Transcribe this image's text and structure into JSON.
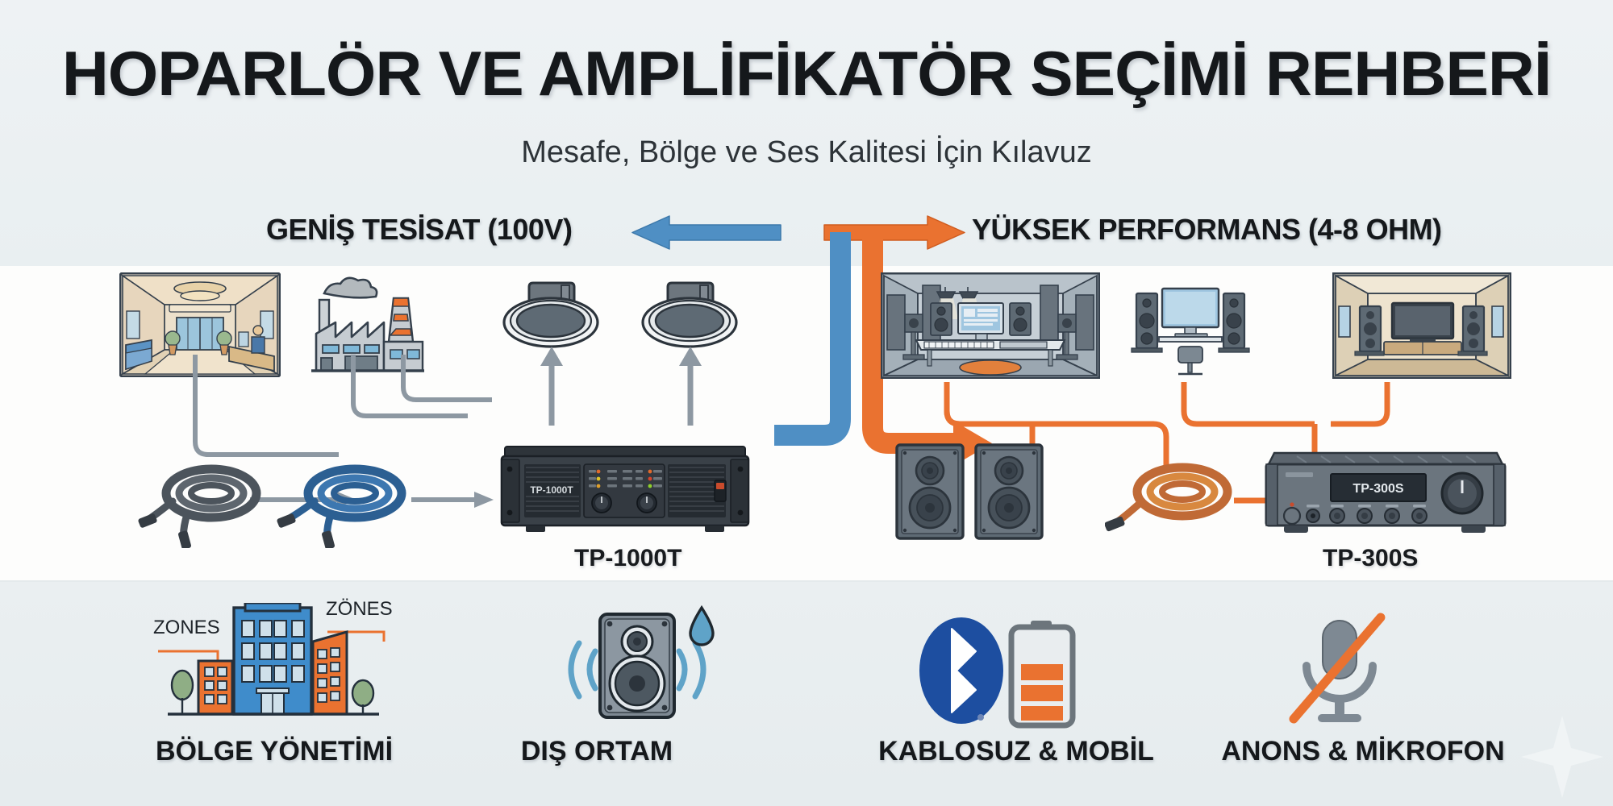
{
  "header": {
    "title": "HOPARLÖR VE AMPLİFİKATÖR SEÇİMİ REHBERİ",
    "subtitle": "Mesafe, Bölge ve Ses Kalitesi İçin Kılavuz"
  },
  "sections": {
    "left": {
      "heading": "GENİŞ TESİSAT (100V)",
      "arrow_direction": "left",
      "arrow_color": "#4f8fc4",
      "product_label": "TP-1000T",
      "product_display_text": "TP-1000T",
      "sources": [
        "hotel-lobby-illustration",
        "factory-illustration"
      ],
      "speakers": [
        "ceiling-speaker",
        "ceiling-speaker"
      ],
      "cables": [
        "black-speaker-cable-coil",
        "blue-speaker-cable-coil"
      ]
    },
    "right": {
      "heading": "YÜKSEK PERFORMANS (4-8 OHM)",
      "arrow_direction": "right",
      "arrow_color": "#ea7230",
      "product_label": "TP-300S",
      "product_display_text": "TP-300S",
      "sources": [
        "recording-studio-illustration",
        "desktop-setup-illustration",
        "home-theater-illustration"
      ],
      "speakers": [
        "bookshelf-speaker",
        "bookshelf-speaker"
      ],
      "cables": [
        "copper-speaker-cable-coil"
      ]
    }
  },
  "features": [
    {
      "id": "zone-management",
      "label": "BÖLGE YÖNETİMİ",
      "icon": "building-zones-icon",
      "tags": [
        "ZONES",
        "ZÖNES"
      ]
    },
    {
      "id": "outdoor",
      "label": "DIŞ ORTAM",
      "icon": "outdoor-speaker-waterdrop-icon",
      "tags": []
    },
    {
      "id": "wireless-mobile",
      "label": "KABLOSUZ & MOBİL",
      "icon": "bluetooth-battery-icon",
      "tags": []
    },
    {
      "id": "announcement-mic",
      "label": "ANONS & MİKROFON",
      "icon": "microphone-muted-icon",
      "tags": []
    }
  ],
  "colors": {
    "accent_orange": "#ea7230",
    "accent_blue": "#4f8fc4",
    "text_dark": "#15181b",
    "page_bg": "#eef2f4",
    "panel_bg": "#fdfdfc"
  }
}
